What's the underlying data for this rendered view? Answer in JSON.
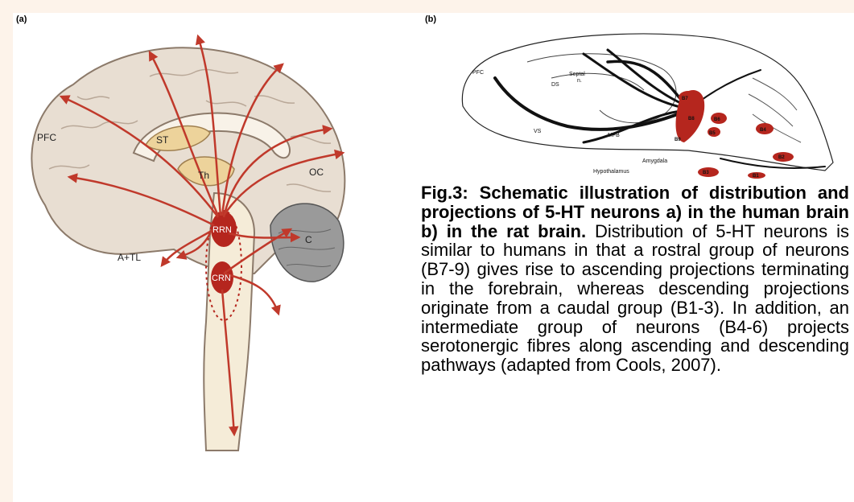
{
  "panels": {
    "a": {
      "label": "(a)",
      "regions": {
        "pfc": "PFC",
        "st": "ST",
        "th": "Th",
        "oc": "OC",
        "rrn": "RRN",
        "crn": "CRN",
        "c": "C",
        "atl": "A+TL"
      }
    },
    "b": {
      "label": "(b)",
      "regions": {
        "pfc": "PFC",
        "ds": "DS",
        "septal": "Septal",
        "septal_n": "n.",
        "vs": "VS",
        "mfb": "MFB",
        "amygdala": "Amygdala",
        "hypothalamus": "Hypothalamus"
      },
      "nuclei": {
        "b1": "B1",
        "b2": "B2",
        "b3": "B3",
        "b4": "B4",
        "b5": "B5",
        "b6": "B6",
        "b7": "B7",
        "b8": "B8",
        "b9": "B9"
      }
    }
  },
  "caption": {
    "bold": "Fig.3: Schematic illustration of distribution and projections of 5-HT neurons a) in the human brain b) in the rat brain.",
    "text": " Distribution of 5-HT neurons is similar to humans in that a rostral group of neurons (B7-9) gives rise to ascending projections terminating in the forebrain, whereas descending projections originate from a caudal group (B1-3). In addition, an intermediate group of neurons (B4-6) projects serotonergic fibres along ascending and descending pathways (adapted from Cools, 2007)."
  },
  "colors": {
    "projection": "#c0392b",
    "nucleus": "#b5261e",
    "band": "#fdf3ea"
  }
}
